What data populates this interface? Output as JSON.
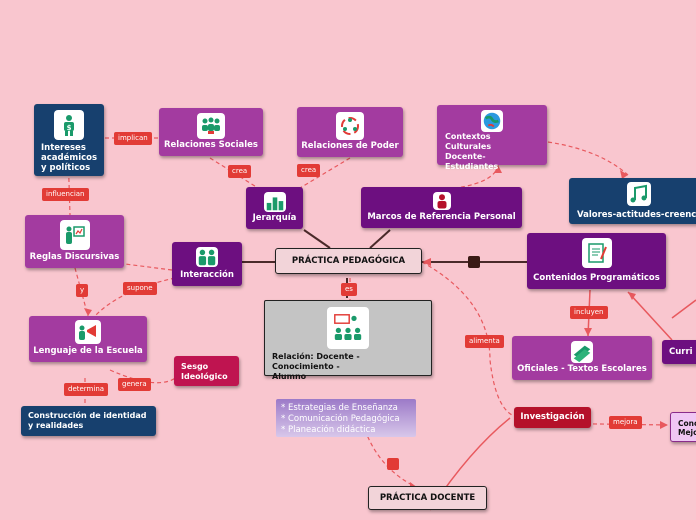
{
  "nodes": {
    "intereses": "Intereses académicos y políticos",
    "relaciones_sociales": "Relaciones Sociales",
    "relaciones_poder": "Relaciones de Poder",
    "contextos": "Contextos Culturales Docente-Estudiantes",
    "valores": "Valores-actitudes-creencias",
    "jerarquia": "Jerarquía",
    "marcos": "Marcos de Referencia Personal",
    "reglas": "Reglas Discursivas",
    "interaccion": "Interacción",
    "practica_pedagogica": "PRÁCTICA PEDAGÓGICA",
    "contenidos": "Contenidos Programáticos",
    "lenguaje": "Lenguaje de la Escuela",
    "relacion": "Relación: Docente - Conocimiento - Alumno",
    "sesgo": "Sesgo Ideológico",
    "construccion": "Construcción de identidad y realidades",
    "estrategias": [
      "* Estrategias de Enseñanza",
      "* Comunicación Pedagógica",
      "* Planeación didáctica"
    ],
    "oficiales": "Oficiales - Textos Escolares",
    "curri": "Curri",
    "investigacion": "Investigación",
    "conc": "Conc Mejo",
    "practica_docente": "PRÁCTICA DOCENTE"
  },
  "labels": {
    "implican": "implican",
    "crea1": "crea",
    "crea2": "crea",
    "influencian": "influencian",
    "y": "y",
    "supone": "supone",
    "es": "es",
    "determina": "determina",
    "genera": "genera",
    "incluyen": "incluyen",
    "alimenta": "alimenta",
    "mejora": "mejora"
  },
  "colors": {
    "background": "#f9c6cf",
    "magenta": "#a33ba0",
    "purple": "#6d0f80",
    "navy": "#17406e",
    "crimson": "#bf1450",
    "tag": "#e23b36"
  }
}
